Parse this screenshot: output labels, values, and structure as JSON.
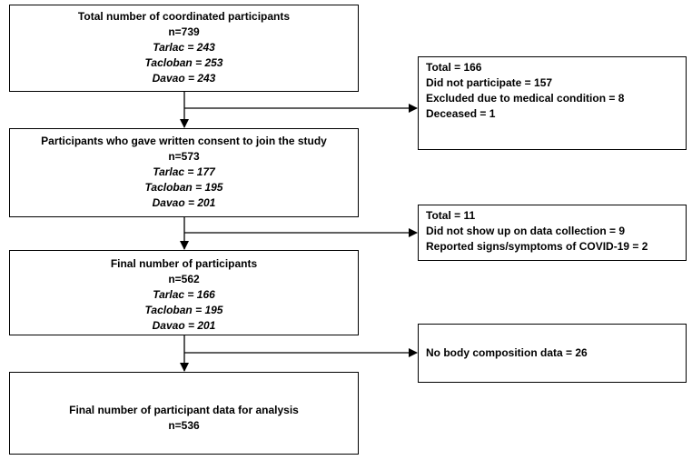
{
  "boxes": {
    "coordinated": {
      "title": "Total number of coordinated participants",
      "n": "n=739",
      "sites": [
        "Tarlac = 243",
        "Tacloban = 253",
        "Davao = 243"
      ]
    },
    "consent": {
      "title": "Participants who gave written consent to join the study",
      "n": "n=573",
      "sites": [
        "Tarlac = 177",
        "Tacloban = 195",
        "Davao = 201"
      ]
    },
    "final": {
      "title": "Final number of participants",
      "n": "n=562",
      "sites": [
        "Tarlac = 166",
        "Tacloban = 195",
        "Davao = 201"
      ]
    },
    "analysis": {
      "title": "Final number of participant data for analysis",
      "n": "n=536"
    }
  },
  "exclusions": {
    "first": {
      "total": "Total = 166",
      "items": [
        "Did not participate = 157",
        "Excluded due to medical condition = 8",
        "Deceased = 1"
      ]
    },
    "second": {
      "total": "Total = 11",
      "items": [
        "Did not show up on data collection = 9",
        "Reported signs/symptoms of COVID-19 = 2"
      ]
    },
    "third": {
      "items": [
        "No body composition data = 26"
      ]
    }
  }
}
